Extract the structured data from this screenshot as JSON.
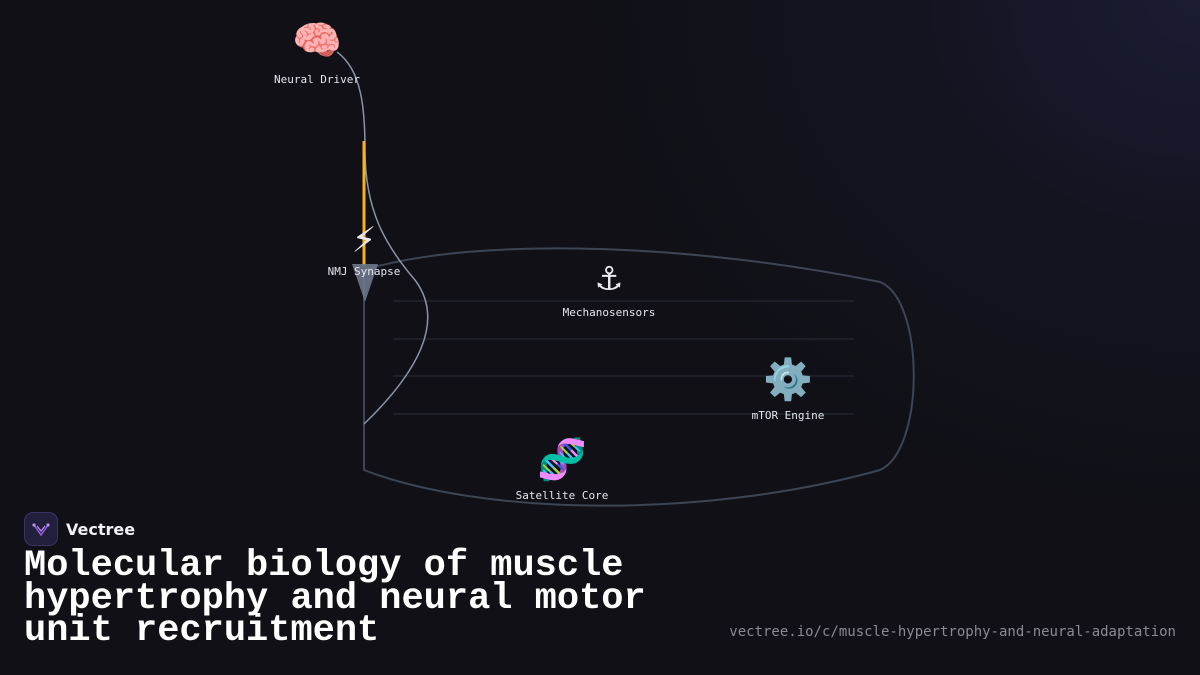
{
  "diagram": {
    "nodes": {
      "neural_driver": {
        "icon": "brain-icon",
        "glyph": "🧠",
        "label": "Neural Driver"
      },
      "nmj_synapse": {
        "icon": "lightning-icon",
        "glyph": "⚡",
        "label": "NMJ Synapse"
      },
      "mechanosensors": {
        "icon": "anchor-icon",
        "glyph": "⚓",
        "label": "Mechanosensors"
      },
      "mtor_engine": {
        "icon": "gear-icon",
        "glyph": "⚙️",
        "label": "mTOR Engine"
      },
      "satellite_core": {
        "icon": "dna-icon",
        "glyph": "🧬",
        "label": "Satellite Core"
      }
    },
    "colors": {
      "outline": "#3d4554",
      "fiber_lines": "#2a303c",
      "nerve": "#8a93a6",
      "signal": "#f5b41e",
      "synapse": "#6e788c"
    }
  },
  "brand": {
    "name": "Vectree",
    "logo_icon": "vectree-logo-icon",
    "logo_color": "#8e5ad8"
  },
  "title": "Molecular biology of muscle hypertrophy and neural motor unit recruitment",
  "url": "vectree.io/c/muscle-hypertrophy-and-neural-adaptation"
}
